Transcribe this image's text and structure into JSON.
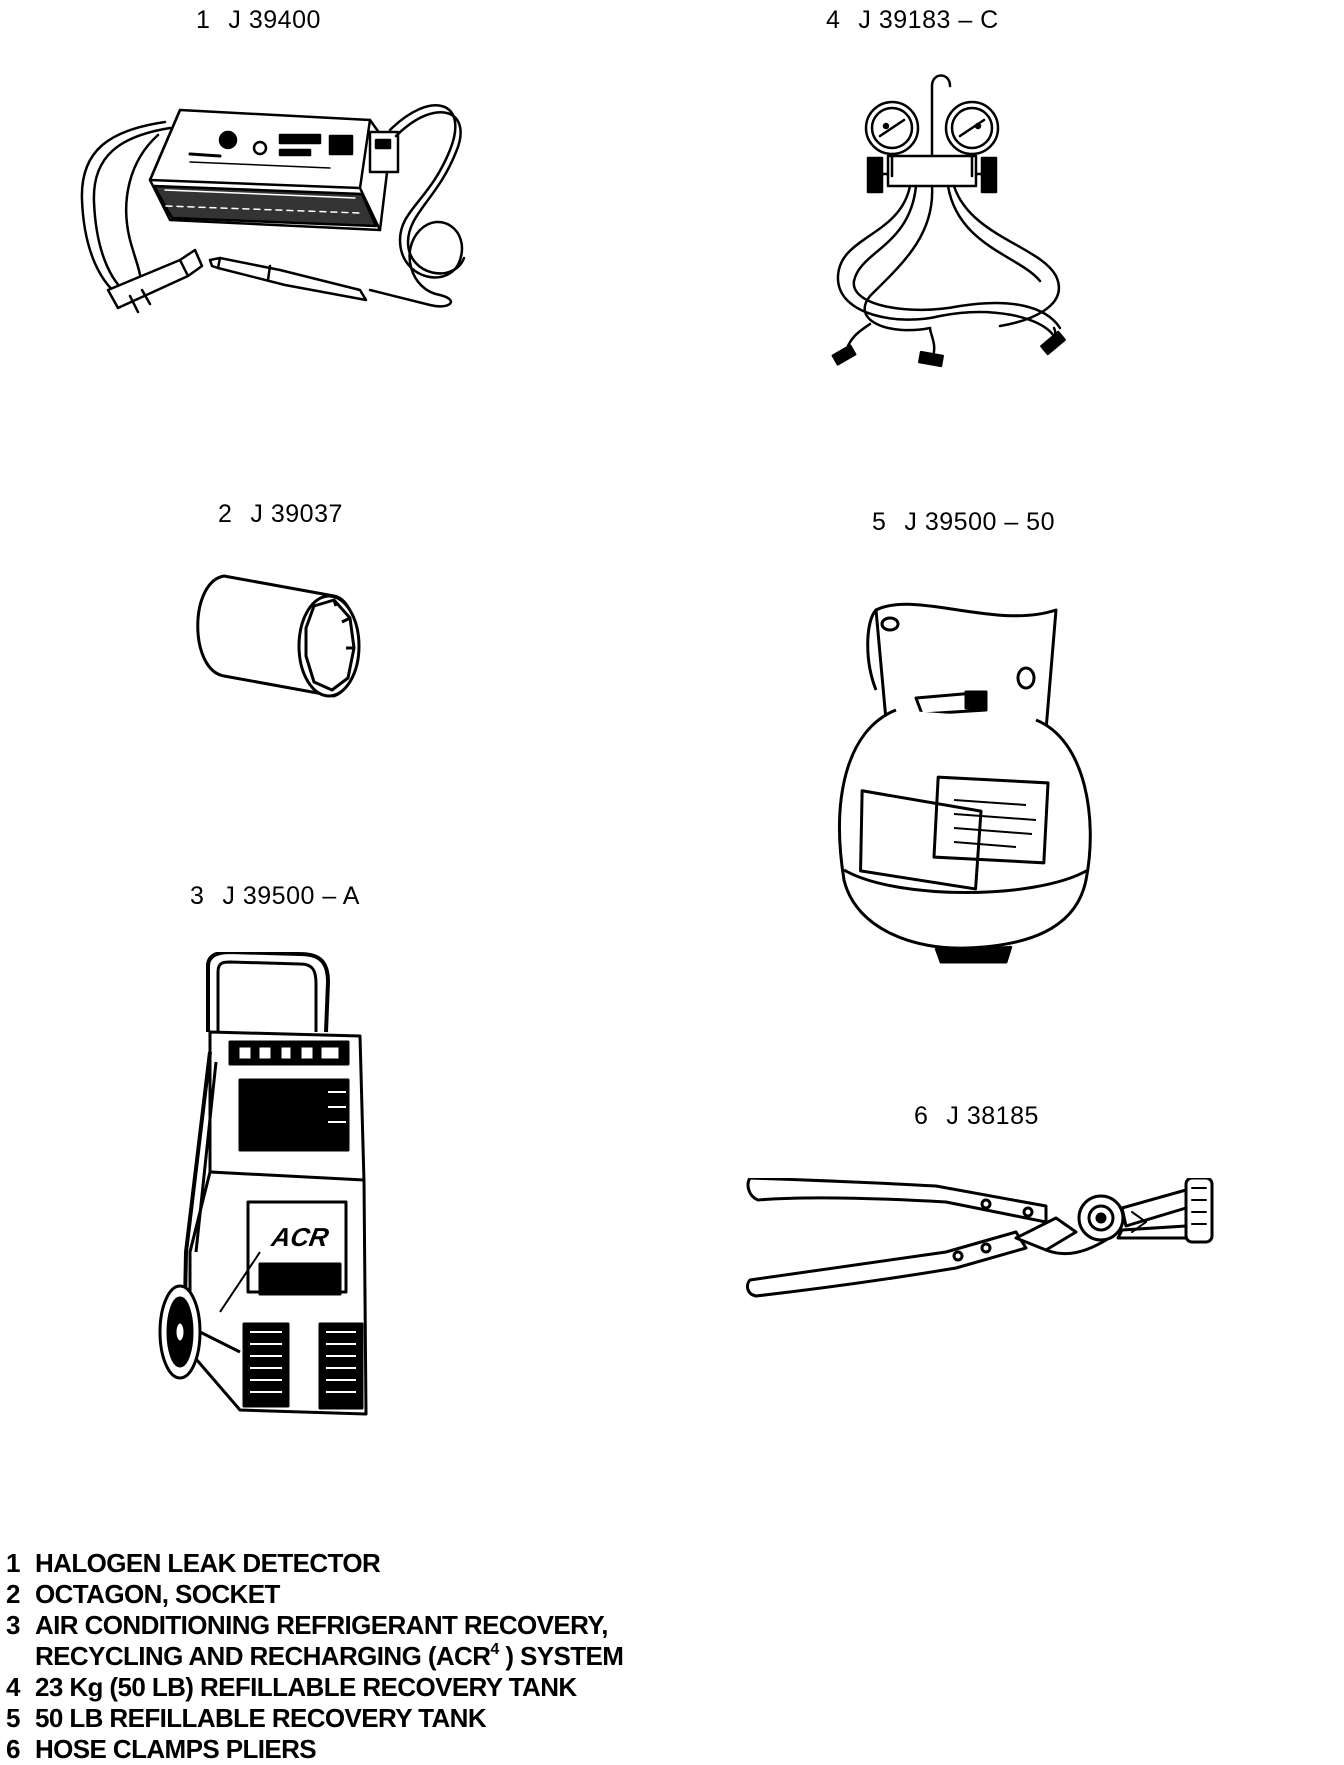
{
  "tools": [
    {
      "number": "1",
      "code": "J 39400"
    },
    {
      "number": "4",
      "code": "J 39183 – C"
    },
    {
      "number": "2",
      "code": "J 39037"
    },
    {
      "number": "5",
      "code": "J 39500 – 50"
    },
    {
      "number": "3",
      "code": "J 39500 – A"
    },
    {
      "number": "6",
      "code": "J 38185"
    }
  ],
  "legend": [
    {
      "number": "1",
      "text": "HALOGEN LEAK DETECTOR"
    },
    {
      "number": "2",
      "text": "OCTAGON, SOCKET"
    },
    {
      "number": "3",
      "text": "AIR CONDITIONING REFRIGERANT RECOVERY,"
    },
    {
      "number": "",
      "text_before": "RECYCLING AND RECHARGING (ACR",
      "sup": "4",
      "text_after": " ) SYSTEM"
    },
    {
      "number": "4",
      "text": "23 Kg (50 LB) REFILLABLE RECOVERY TANK"
    },
    {
      "number": "5",
      "text": "50 LB REFILLABLE RECOVERY TANK"
    },
    {
      "number": "6",
      "text": "HOSE CLAMPS PLIERS"
    }
  ],
  "device_marks": {
    "acr_logo": "ACR"
  }
}
